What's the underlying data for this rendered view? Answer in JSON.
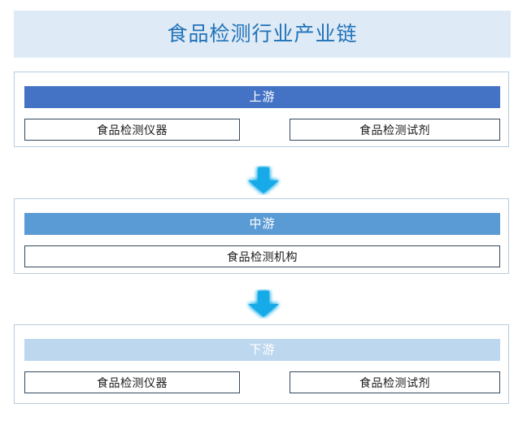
{
  "title": {
    "text": "食品检测行业产业链",
    "background_color": "#DEEAF6",
    "text_color": "#2072B8"
  },
  "sections": [
    {
      "id": "upstream",
      "band_label": "上游",
      "band_color": "#4472C4",
      "band_text_color": "#FFFFFF",
      "items": [
        {
          "label": "食品检测仪器"
        },
        {
          "label": "食品检测试剂"
        }
      ]
    },
    {
      "id": "midstream",
      "band_label": "中游",
      "band_color": "#5B9BD5",
      "band_text_color": "#FFFFFF",
      "items": [
        {
          "label": "食品检测机构"
        }
      ]
    },
    {
      "id": "downstream",
      "band_label": "下游",
      "band_color": "#BDD7EE",
      "band_text_color": "#FFFFFF",
      "items": [
        {
          "label": "食品检测仪器"
        },
        {
          "label": "食品检测试剂"
        }
      ]
    }
  ],
  "connectors": [
    {
      "icon": "arrow-down-icon",
      "color": "#13ABE8",
      "from": "upstream",
      "to": "midstream"
    },
    {
      "icon": "arrow-down-icon",
      "color": "#13ABE8",
      "from": "midstream",
      "to": "downstream"
    }
  ],
  "box_style": {
    "border_color": "#33495C",
    "background_color": "#FFFFFF",
    "text_color": "#1A1A1A"
  },
  "section_border_color": "#B7CDE0"
}
